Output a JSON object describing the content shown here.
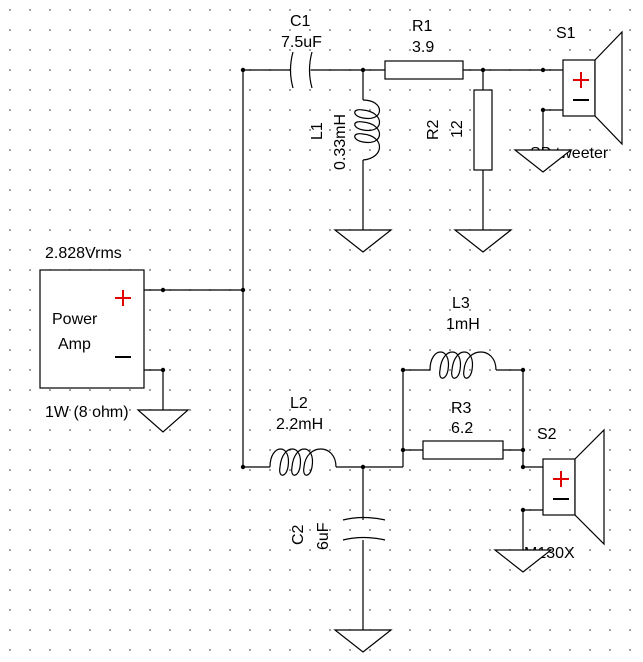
{
  "source": {
    "voltage": "2.828Vrms",
    "name_line1": "Power",
    "name_line2": "Amp",
    "note": "1W (8 ohm)"
  },
  "components": {
    "c1": {
      "ref": "C1",
      "value": "7.5uF"
    },
    "r1": {
      "ref": "R1",
      "value": "3.9"
    },
    "l1": {
      "ref": "L1",
      "value": "0.33mH"
    },
    "r2": {
      "ref": "R2",
      "value": "12"
    },
    "s1": {
      "ref": "S1",
      "model": "SB tweeter"
    },
    "l2": {
      "ref": "L2",
      "value": "2.2mH"
    },
    "l3": {
      "ref": "L3",
      "value": "1mH"
    },
    "r3": {
      "ref": "R3",
      "value": "6.2"
    },
    "c2": {
      "ref": "C2",
      "value": "6uF"
    },
    "s2": {
      "ref": "S2",
      "model": "M130X"
    }
  }
}
